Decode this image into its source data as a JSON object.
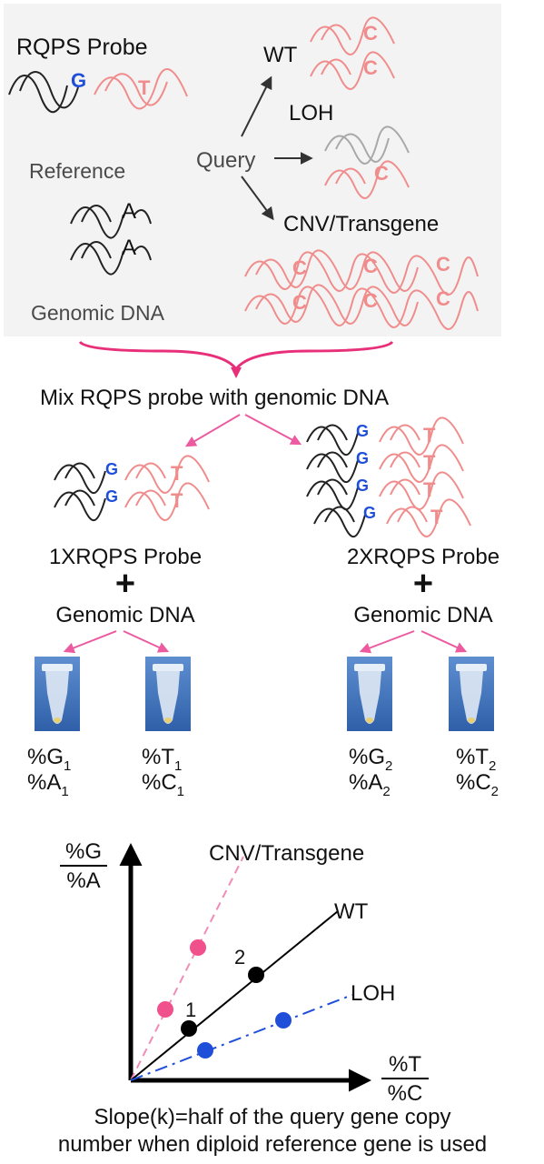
{
  "top_panel": {
    "probe_title": "RQPS Probe",
    "probe_bases": {
      "blue": "G",
      "pink": "T"
    },
    "reference_label": "Reference",
    "reference_base": "A",
    "genomic_label": "Genomic DNA",
    "query_label": "Query",
    "wt_label": "WT",
    "loh_label": "LOH",
    "cnv_label": "CNV/Transgene",
    "query_base": "C"
  },
  "mix_label": "Mix RQPS probe with genomic DNA",
  "branches": [
    {
      "probe_label": "1XRQPS Probe",
      "plus": "+",
      "genomic_label": "Genomic DNA",
      "tube_left": {
        "line1": "%G",
        "sub1": "1",
        "line2": "%A",
        "sub2": "1"
      },
      "tube_right": {
        "line1": "%T",
        "sub1": "1",
        "line2": "%C",
        "sub2": "1"
      }
    },
    {
      "probe_label": "2XRQPS Probe",
      "plus": "+",
      "genomic_label": "Genomic DNA",
      "tube_left": {
        "line1": "%G",
        "sub1": "2",
        "line2": "%A",
        "sub2": "2"
      },
      "tube_right": {
        "line1": "%T",
        "sub1": "2",
        "line2": "%C",
        "sub2": "2"
      }
    }
  ],
  "plot": {
    "y_num": "%G",
    "y_den": "%A",
    "x_num": "%T",
    "x_den": "%C",
    "line_labels": {
      "cnv": "CNV/Transgene",
      "wt": "WT",
      "loh": "LOH"
    },
    "point_labels": [
      "1",
      "2"
    ]
  },
  "caption": {
    "line1": "Slope(k)=half of the query gene copy",
    "line2": "number when diploid reference gene is used"
  },
  "colors": {
    "blue": "#1f4fd8",
    "pink": "#f08c8c",
    "magenta": "#e8307a",
    "arrow_pink": "#ec5aa0",
    "grey": "#a8a8a8"
  }
}
